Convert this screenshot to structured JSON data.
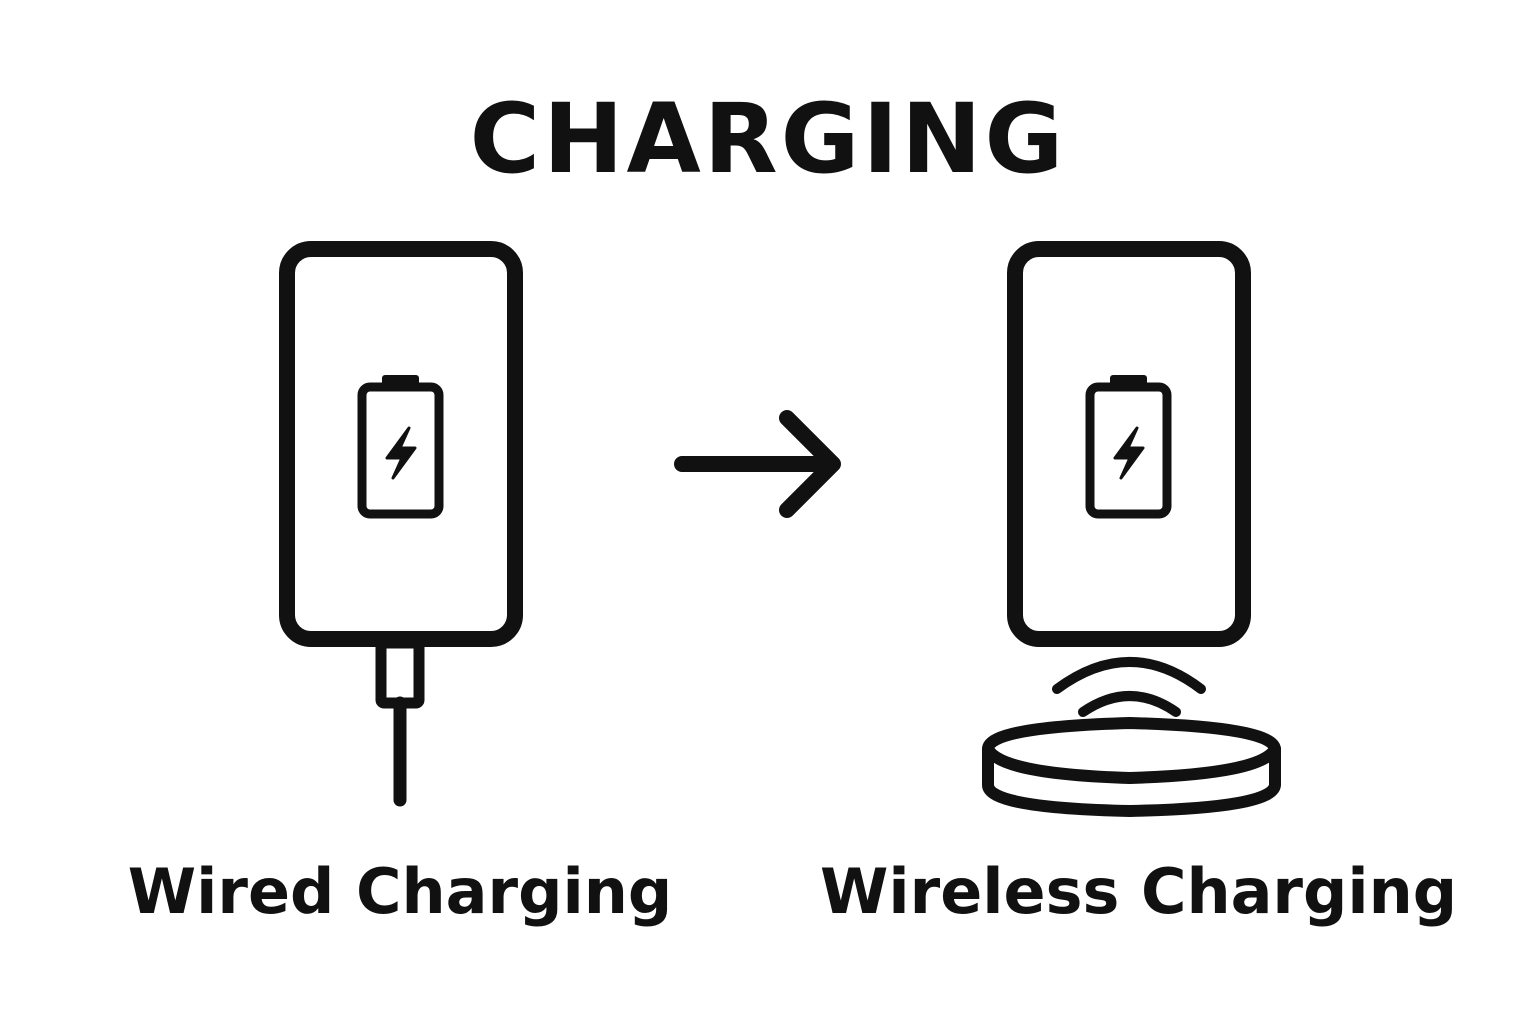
{
  "title": "CHARGING",
  "left": {
    "label": "Wired Charging",
    "icon": "phone-with-cable-icon"
  },
  "right": {
    "label": "Wireless Charging",
    "icon": "phone-on-wireless-pad-icon"
  },
  "connector_icon": "arrow-right-icon",
  "colors": {
    "ink": "#111111",
    "background": "#ffffff"
  }
}
